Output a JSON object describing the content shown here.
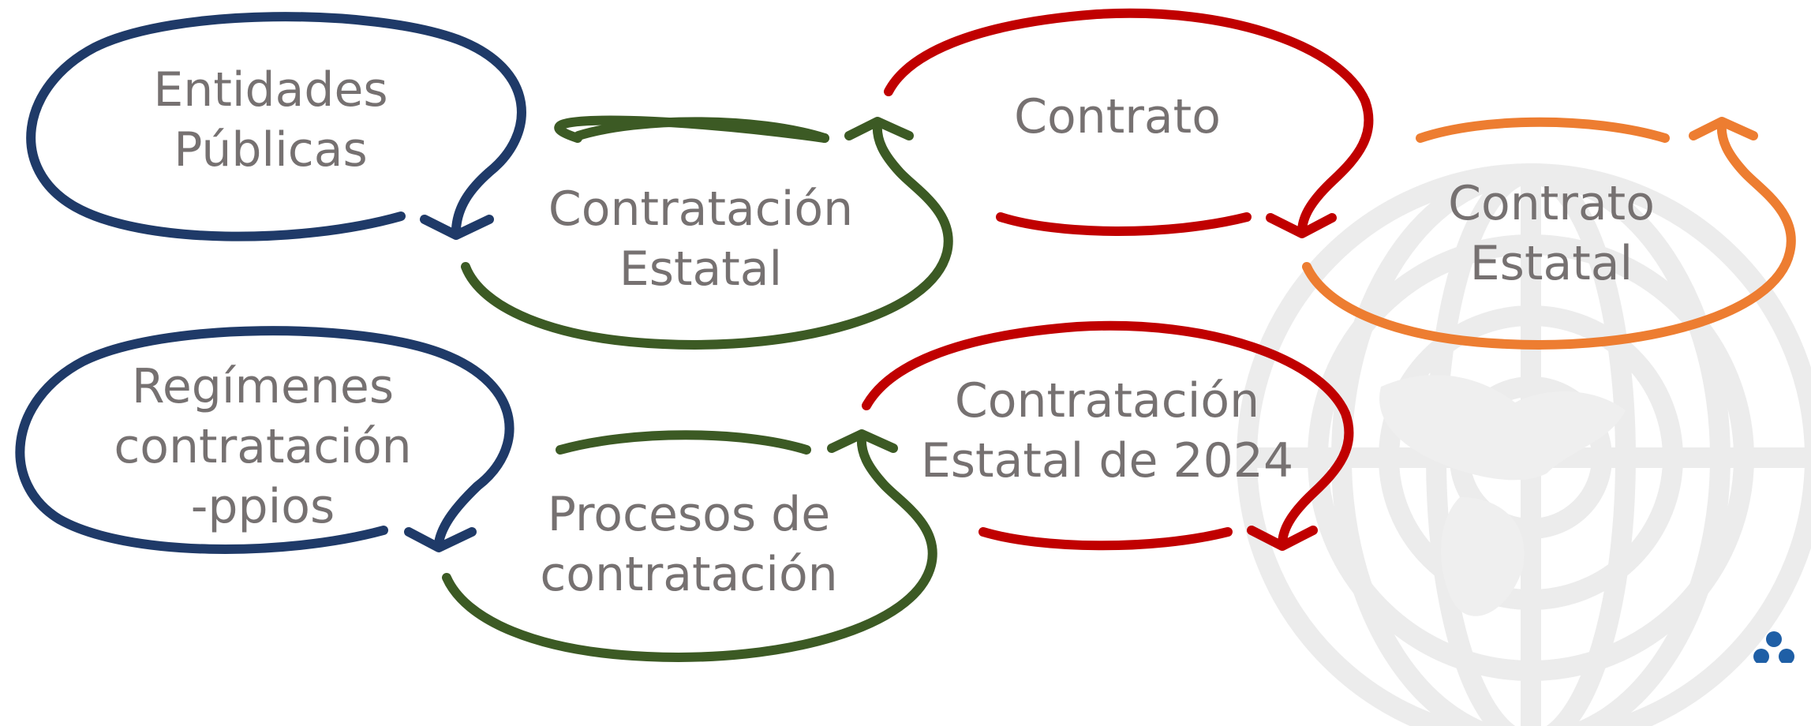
{
  "nodes": [
    {
      "id": "entidades",
      "lines": [
        "Entidades",
        "Públicas"
      ],
      "color": "#1f3a68"
    },
    {
      "id": "contratacion-estatal",
      "lines": [
        "Contratación",
        "Estatal"
      ],
      "color": "#3c5a24"
    },
    {
      "id": "contrato",
      "lines": [
        "Contrato"
      ],
      "color": "#c00000"
    },
    {
      "id": "contrato-estatal",
      "lines": [
        "Contrato",
        "Estatal"
      ],
      "color": "#ed7d31"
    },
    {
      "id": "regimenes",
      "lines": [
        "Regímenes",
        "contratación",
        "-ppios"
      ],
      "color": "#1f3a68"
    },
    {
      "id": "procesos",
      "lines": [
        "Procesos de",
        "contratación"
      ],
      "color": "#3c5a24"
    },
    {
      "id": "contratacion-2024",
      "lines": [
        "Contratación",
        "Estatal de 2024"
      ],
      "color": "#c00000"
    }
  ],
  "colors": {
    "navy": "#1f3a68",
    "green": "#3c5a24",
    "red": "#c00000",
    "orange": "#ed7d31",
    "text": "#767171",
    "watermark": "#ececec",
    "logo": "#1f5fa6"
  }
}
